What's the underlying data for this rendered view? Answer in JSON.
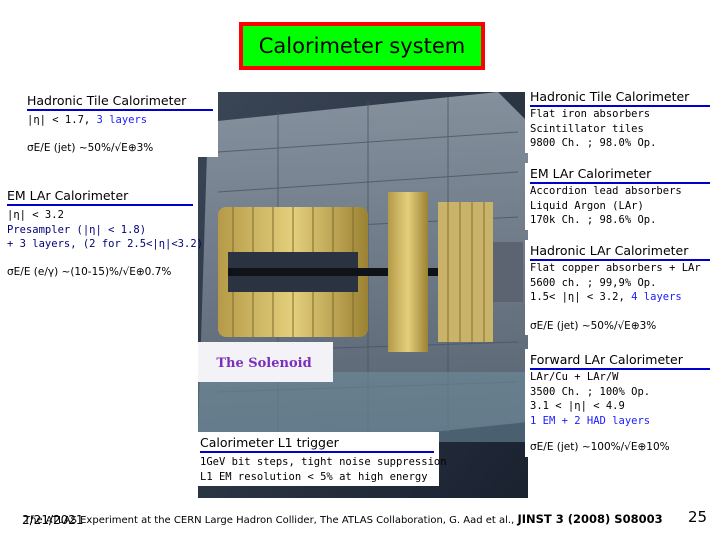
{
  "slide": {
    "title": "Calorimeter system",
    "date": "2/21/2021",
    "page_number": "25",
    "footer_prefix": "The ATLAS Experiment at the CERN Large Hadron Collider, The ATLAS Collaboration, G. Aad et al.,",
    "footer_journal": "JINST 3 (2008) S08003"
  },
  "figure": {
    "solenoid_label": "The Solenoid"
  },
  "left_top": {
    "title": "Hadronic Tile Calorimeter",
    "eta_range": "|η| < 1.7,",
    "layers": "3 layers",
    "resolution": "σE/E (jet) ~50%/√E⊕3%"
  },
  "left_em": {
    "title": "EM LAr Calorimeter",
    "eta_range": "|η| < 3.2",
    "presampler": "Presampler (|η| < 1.8)",
    "layers": "+ 3 layers, (2 for 2.5<|η|<3.2)",
    "resolution": "σE/E (e/γ) ~(10-15)%/√E⊕0.7%"
  },
  "right_tile": {
    "title": "Hadronic Tile Calorimeter",
    "line1": "Flat iron absorbers",
    "line2": "Scintillator tiles",
    "line3": "9800 Ch. ; 98.0% Op."
  },
  "right_em": {
    "title": "EM LAr Calorimeter",
    "line1": "Accordion lead absorbers",
    "line2": "Liquid Argon (LAr)",
    "line3": "170k Ch. ; 98.6% Op."
  },
  "right_hec": {
    "title": "Hadronic LAr Calorimeter",
    "line1": "Flat copper absorbers + LAr",
    "line2": "5600 ch. ; 99,9% Op.",
    "line3_prefix": "1.5< |η| < 3.2,",
    "line3_layers": "4 layers",
    "resolution": "σE/E (jet) ~50%/√E⊕3%"
  },
  "right_fcal": {
    "title": "Forward LAr Calorimeter",
    "line1": "LAr/Cu + LAr/W",
    "line2": "3500 Ch. ;  100% Op.",
    "line3": "3.1 < |η| < 4.9",
    "line4": "1 EM + 2 HAD layers",
    "resolution": "σE/E (jet) ~100%/√E⊕10%"
  },
  "trigger": {
    "title": "Calorimeter L1 trigger",
    "line1": "1GeV bit steps, tight noise suppression",
    "line2": "L1 EM resolution < 5% at high energy"
  },
  "colors": {
    "title_border": "#ff0000",
    "title_fill": "#00ff00",
    "underline": "#0000cc",
    "highlight_blue": "#1a1aff",
    "solenoid_text": "#7b2fbf"
  }
}
